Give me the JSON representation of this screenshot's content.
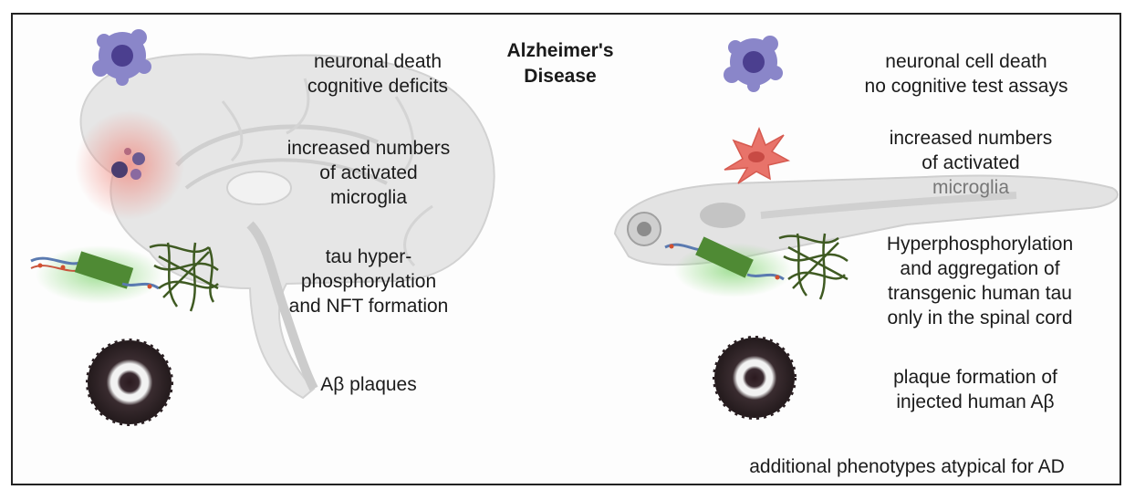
{
  "title": {
    "line1": "Alzheimer's",
    "line2": "Disease"
  },
  "left": {
    "neuronal": {
      "line1": "neuronal death",
      "line2": "cognitive deficits"
    },
    "microglia": {
      "line1": "increased numbers",
      "line2": "of activated",
      "line3": "microglia"
    },
    "tau": {
      "line1": "tau hyper-",
      "line2": "phosphorylation",
      "line3": "and NFT formation"
    },
    "plaques": {
      "line1": "Aβ plaques"
    }
  },
  "right": {
    "neuronal": {
      "line1": "neuronal cell death",
      "line2": "no cognitive test assays"
    },
    "microglia": {
      "line1": "increased numbers",
      "line2": "of activated",
      "line3": "microglia"
    },
    "tau": {
      "line1": "Hyperphosphorylation",
      "line2": "and aggregation of",
      "line3": "transgenic human tau",
      "line4": "only in the spinal cord"
    },
    "plaques": {
      "line1": "plaque formation of",
      "line2": "injected human Aβ"
    },
    "footer": "additional phenotypes atypical for AD"
  },
  "colors": {
    "brain": "#e6e6e6",
    "neuron": "#8a86c9",
    "microglia": "#e8736a",
    "tangle": "#3f5a22",
    "plaque": "#2a1f22",
    "fish": "#e3e3e3"
  },
  "icons": [
    "brain-illustration",
    "neuron-icon",
    "microglia-cluster-icon",
    "tau-fibril-icon",
    "nft-tangle-icon",
    "plaque-icon",
    "zebrafish-illustration",
    "microglia-cell-icon"
  ]
}
